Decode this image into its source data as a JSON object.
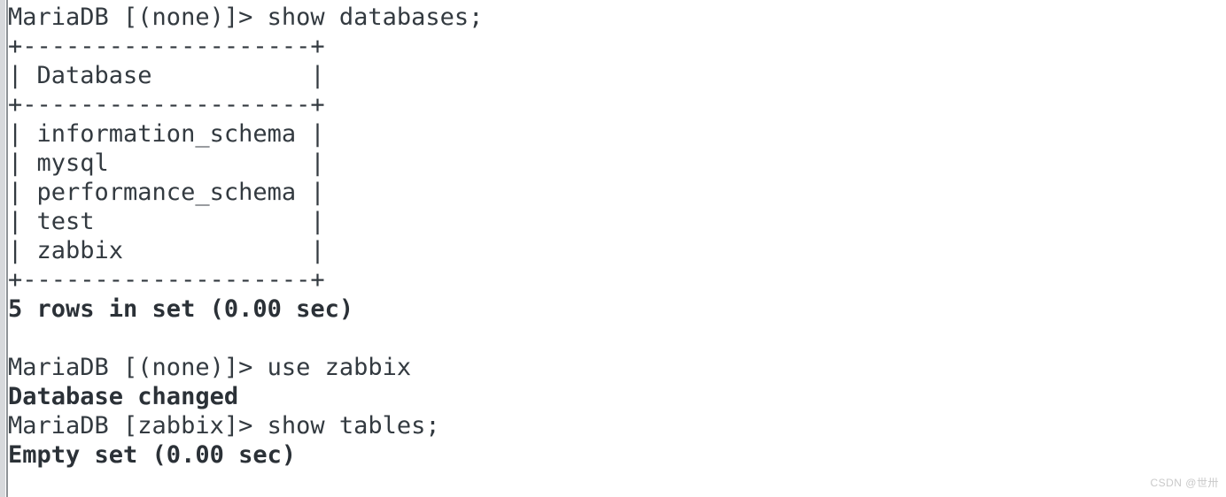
{
  "terminal": {
    "background_color": "#ffffff",
    "text_color": "#333a40",
    "scrollbar_color": "#d7d9dc",
    "divider_color": "#8d9296",
    "lines": [
      {
        "text": "MariaDB [(none)]> show databases;",
        "bold": false
      },
      {
        "text": "+--------------------+",
        "bold": false
      },
      {
        "text": "| Database           |",
        "bold": false
      },
      {
        "text": "+--------------------+",
        "bold": false
      },
      {
        "text": "| information_schema |",
        "bold": false
      },
      {
        "text": "| mysql              |",
        "bold": false
      },
      {
        "text": "| performance_schema |",
        "bold": false
      },
      {
        "text": "| test               |",
        "bold": false
      },
      {
        "text": "| zabbix             |",
        "bold": false
      },
      {
        "text": "+--------------------+",
        "bold": false
      },
      {
        "text": "5 rows in set (0.00 sec)",
        "bold": true
      },
      {
        "text": "",
        "bold": false
      },
      {
        "text": "MariaDB [(none)]> use zabbix",
        "bold": false
      },
      {
        "text": "Database changed",
        "bold": true
      },
      {
        "text": "MariaDB [zabbix]> show tables;",
        "bold": false
      },
      {
        "text": "Empty set (0.00 sec)",
        "bold": true
      }
    ],
    "commands": [
      {
        "prompt": "MariaDB [(none)]>",
        "command": "show databases;"
      },
      {
        "prompt": "MariaDB [(none)]>",
        "command": "use zabbix"
      },
      {
        "prompt": "MariaDB [zabbix]>",
        "command": "show tables;"
      }
    ],
    "result_table": {
      "columns": [
        "Database"
      ],
      "rows": [
        [
          "information_schema"
        ],
        [
          "mysql"
        ],
        [
          "performance_schema"
        ],
        [
          "test"
        ],
        [
          "zabbix"
        ]
      ],
      "row_count_text": "5 rows in set (0.00 sec)"
    },
    "status_messages": [
      "5 rows in set (0.00 sec)",
      "Database changed",
      "Empty set (0.00 sec)"
    ]
  },
  "watermark": {
    "text": "CSDN @世卅"
  }
}
